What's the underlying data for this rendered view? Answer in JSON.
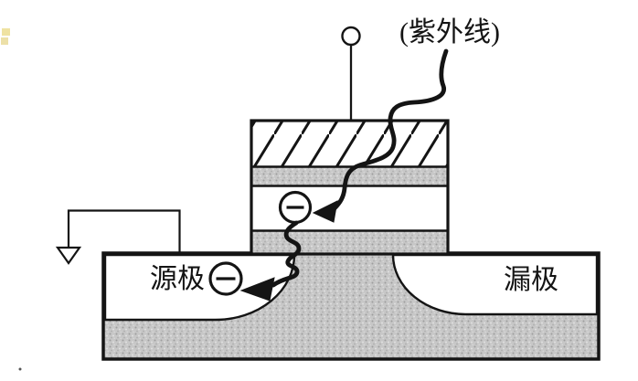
{
  "figure": {
    "labels": {
      "uv": "(紫外线)",
      "source": "源极",
      "drain": "漏极"
    },
    "colors": {
      "ink": "#141414",
      "stipple_gray": "#c7c7c7",
      "paper": "#ffffff",
      "edge_mark_yellow": "#efe2a2"
    },
    "icons": {
      "gate_terminal": "circle-pin-icon",
      "ground": "ground-arrow-icon",
      "gate_electron": "circled-minus-icon",
      "source_electron": "circled-minus-icon",
      "uv_ray": "thick-wavy-arrow-icon",
      "electron_transfer": "thick-wavy-arrow-icon"
    }
  }
}
